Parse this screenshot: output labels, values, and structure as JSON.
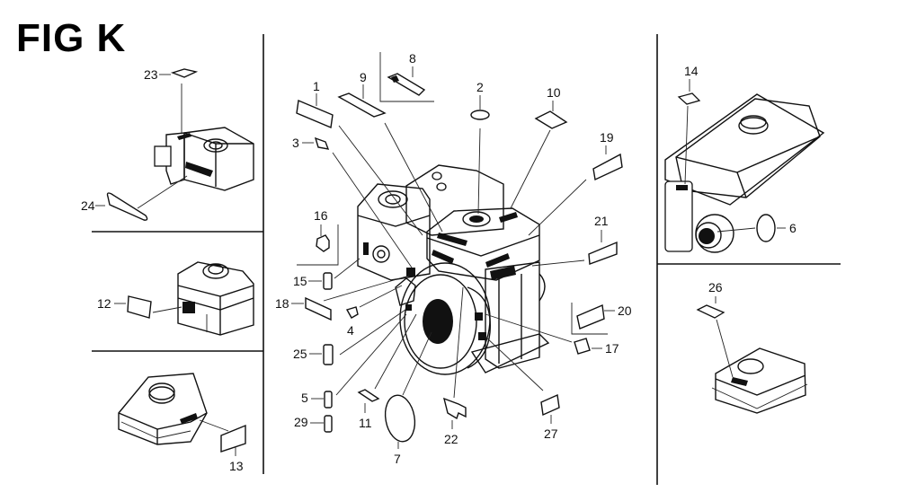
{
  "figure": {
    "title": "FIG K"
  },
  "callouts": [
    {
      "id": "1",
      "label": "1"
    },
    {
      "id": "2",
      "label": "2"
    },
    {
      "id": "3",
      "label": "3"
    },
    {
      "id": "4",
      "label": "4"
    },
    {
      "id": "5",
      "label": "5"
    },
    {
      "id": "6",
      "label": "6"
    },
    {
      "id": "7",
      "label": "7"
    },
    {
      "id": "8",
      "label": "8"
    },
    {
      "id": "9",
      "label": "9"
    },
    {
      "id": "10",
      "label": "10"
    },
    {
      "id": "11",
      "label": "11"
    },
    {
      "id": "12",
      "label": "12"
    },
    {
      "id": "13",
      "label": "13"
    },
    {
      "id": "14",
      "label": "14"
    },
    {
      "id": "15",
      "label": "15"
    },
    {
      "id": "16",
      "label": "16"
    },
    {
      "id": "17",
      "label": "17"
    },
    {
      "id": "18",
      "label": "18"
    },
    {
      "id": "19",
      "label": "19"
    },
    {
      "id": "20",
      "label": "20"
    },
    {
      "id": "21",
      "label": "21"
    },
    {
      "id": "22",
      "label": "22"
    },
    {
      "id": "23",
      "label": "23"
    },
    {
      "id": "24",
      "label": "24"
    },
    {
      "id": "25",
      "label": "25"
    },
    {
      "id": "26",
      "label": "26"
    },
    {
      "id": "27",
      "label": "27"
    },
    {
      "id": "29",
      "label": "29"
    }
  ],
  "panels": [
    {
      "name": "air-cleaner-type-a",
      "callouts": [
        "23",
        "24"
      ]
    },
    {
      "name": "air-cleaner-type-b",
      "callouts": [
        "12"
      ]
    },
    {
      "name": "air-cleaner-type-c",
      "callouts": [
        "13"
      ]
    },
    {
      "name": "main-engine",
      "callouts": [
        "1",
        "2",
        "3",
        "4",
        "5",
        "7",
        "8",
        "9",
        "10",
        "11",
        "15",
        "16",
        "17",
        "18",
        "19",
        "20",
        "21",
        "22",
        "25",
        "27",
        "29"
      ]
    },
    {
      "name": "fuel-tank",
      "callouts": [
        "14",
        "6"
      ]
    },
    {
      "name": "fuel-tank-small",
      "callouts": [
        "26"
      ]
    }
  ]
}
